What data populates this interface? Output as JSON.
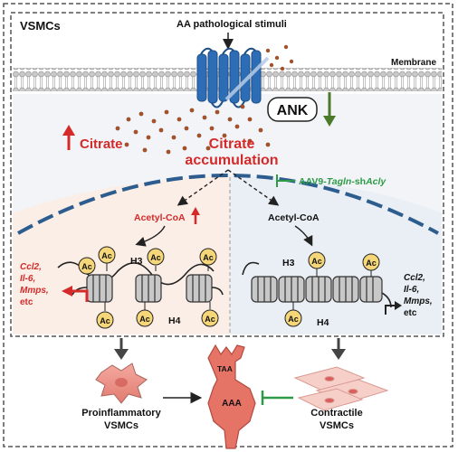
{
  "labels": {
    "vsmcs": "VSMCs",
    "stimuli": "AA  pathological stimuli",
    "membrane": "Membrane",
    "ank": "ANK",
    "citrate": "Citrate",
    "citrate_accum_line1": "Citrate",
    "citrate_accum_line2": "accumulation",
    "inhibitor_prefix": "AAV9-",
    "inhibitor_italic": "Tagln",
    "inhibitor_mid": "-sh",
    "inhibitor_italic2": "Acly",
    "acetyl_left": "Acetyl-CoA",
    "acetyl_right": "Acetyl-CoA",
    "h3_left": "H3",
    "h4_left": "H4",
    "h3_right": "H3",
    "h4_right": "H4",
    "ac": "Ac",
    "genes_left": [
      "Ccl2,",
      "Il-6,",
      "Mmps,",
      "etc"
    ],
    "genes_right": [
      "Ccl2,",
      "Il-6,",
      "Mmps,",
      "etc"
    ],
    "proinflammatory_line1": "Proinflammatory",
    "proinflammatory_line2": "VSMCs",
    "contractile_line1": "Contractile",
    "contractile_line2": "VSMCs",
    "taa": "TAA",
    "aaa": "AAA"
  },
  "colors": {
    "red": "#d42a2a",
    "green": "#2e9a48",
    "blue_receptor": "#2c6db5",
    "dot_brown": "#a0522d",
    "ac_yellow": "#f5d77a",
    "left_panel": "#fbeee6",
    "right_panel": "#e9eff5",
    "membrane_dash": "#2d5c8f"
  }
}
